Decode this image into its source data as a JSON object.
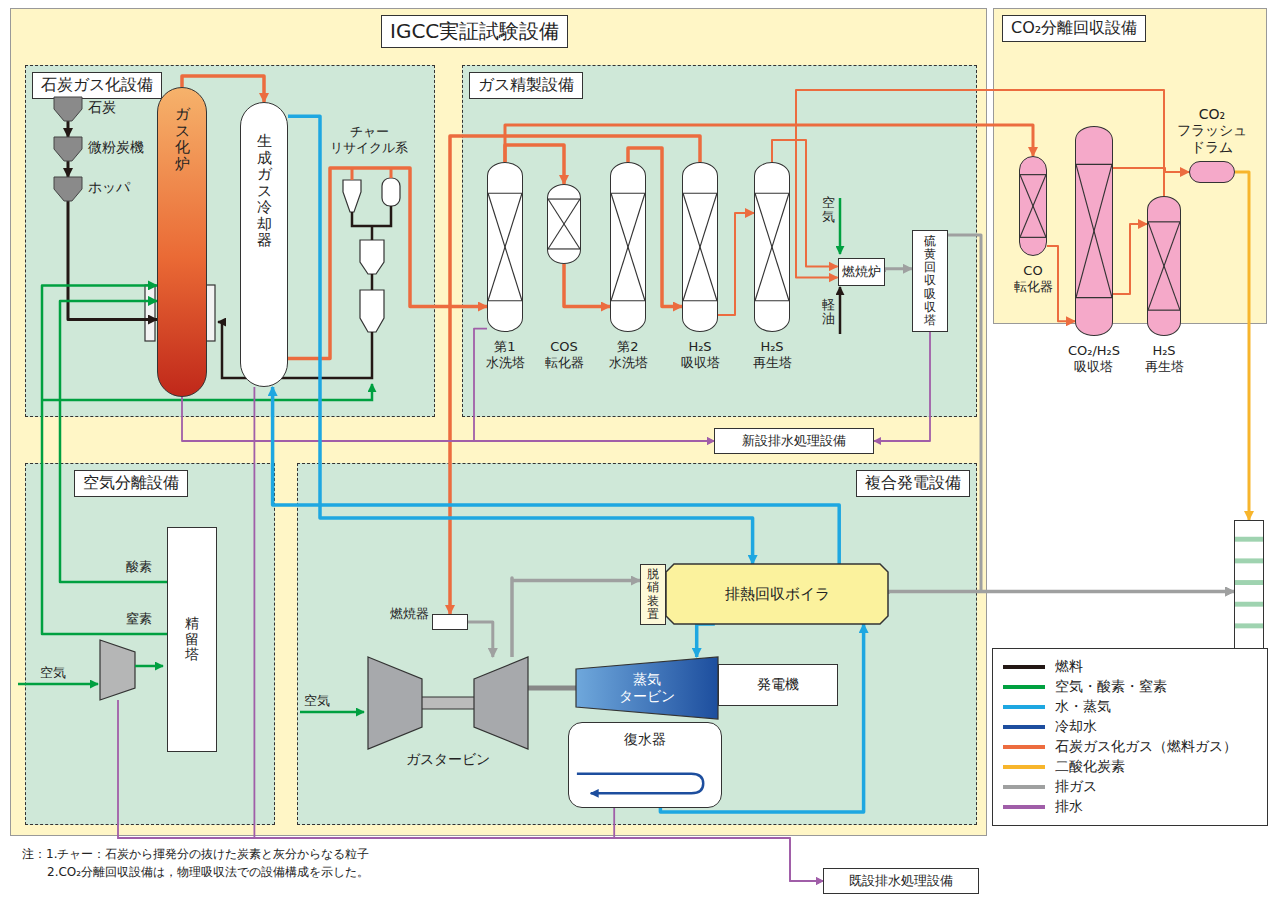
{
  "diagram": {
    "nodes": [
      {
        "text": [
          "IGCC実証試験設備"
        ]
      },
      {
        "text": [
          "石炭ガス化設備"
        ],
        "in": 0
      },
      {
        "text": [
          "石炭"
        ],
        "in": 1
      },
      {
        "text": [
          "微粉炭機"
        ],
        "in": 1
      },
      {
        "text": [
          "ホッパ"
        ],
        "in": 1
      },
      {
        "text": [
          "ガス化炉"
        ],
        "in": 1
      },
      {
        "text": [
          "生成ガス冷却器"
        ],
        "in": 1
      },
      {
        "text": [
          "ガス精製設備"
        ],
        "in": 0
      },
      {
        "text": [
          "第1 水洗塔"
        ],
        "in": 7
      },
      {
        "text": [
          "COS 転化器"
        ],
        "in": 7
      },
      {
        "text": [
          "第2 水洗塔"
        ],
        "in": 7
      },
      {
        "text": [
          "H₂S 吸収塔"
        ],
        "in": 7
      },
      {
        "text": [
          "H₂S 再生塔"
        ],
        "in": 7
      },
      {
        "text": [
          "燃焼炉"
        ],
        "in": 7
      },
      {
        "text": [
          "硫黄回収吸収塔"
        ],
        "in": 7
      },
      {
        "text": [
          "新設排水処理設備"
        ],
        "in": 0
      },
      {
        "text": [
          "空気分離設備"
        ],
        "in": 0
      },
      {
        "text": [
          "精留塔"
        ],
        "in": 16
      },
      {
        "text": [
          "複合発電設備"
        ],
        "in": 0
      },
      {
        "text": [
          "燃焼器"
        ],
        "in": 18
      },
      {
        "text": [
          "ガスタービン"
        ],
        "in": 18
      },
      {
        "text": [
          "脱硝装置"
        ],
        "in": 18
      },
      {
        "text": [
          "排熱回収ボイラ"
        ],
        "in": 18
      },
      {
        "text": [
          "蒸気 タービン"
        ],
        "in": 18
      },
      {
        "text": [
          "発電機"
        ],
        "in": 18
      },
      {
        "text": [
          "復水器"
        ],
        "in": 18
      },
      {
        "text": [
          "CO₂分離回収設備"
        ]
      },
      {
        "text": [
          "CO₂ フラッシュ ドラム"
        ],
        "in": 26
      },
      {
        "text": [
          "CO 転化器"
        ],
        "in": 26
      },
      {
        "text": [
          "CO₂/H₂S 吸収塔"
        ],
        "in": 26
      },
      {
        "text": [
          "H₂S 再生塔"
        ],
        "in": 26
      },
      {
        "text": [
          "煙突"
        ]
      },
      {
        "text": [
          "既設排水処理設備"
        ]
      }
    ],
    "edges": [
      {
        "from": 2,
        "to": 3,
        "arrow": "to"
      },
      {
        "from": 3,
        "to": 4,
        "arrow": "to"
      },
      {
        "from": 4,
        "to": 5,
        "arrow": "to"
      },
      {
        "from": 5,
        "to": 6,
        "arrow": "to"
      },
      {
        "from": 6,
        "to": 8,
        "arrow": "to"
      },
      {
        "from": 8,
        "to": 28,
        "arrow": "to"
      },
      {
        "from": 8,
        "to": 9,
        "arrow": "to"
      },
      {
        "from": 9,
        "to": 10,
        "arrow": "to"
      },
      {
        "from": 10,
        "to": 11,
        "arrow": "to"
      },
      {
        "from": 11,
        "to": 12,
        "arrow": "to"
      },
      {
        "from": 12,
        "to": 13,
        "arrow": "to"
      },
      {
        "from": 11,
        "to": 19,
        "arrow": "to"
      },
      {
        "from": 17,
        "to": 5,
        "arrow": "to"
      },
      {
        "from": 17,
        "to": 5,
        "arrow": "to"
      },
      {
        "from": 19,
        "to": 20,
        "arrow": "to"
      },
      {
        "from": 20,
        "to": 21,
        "arrow": "to"
      },
      {
        "from": 22,
        "to": 31,
        "arrow": "to"
      },
      {
        "from": 14,
        "to": 31,
        "arrow": "to"
      },
      {
        "from": 13,
        "to": 14,
        "arrow": "to"
      },
      {
        "from": 27,
        "to": 31,
        "arrow": "to"
      },
      {
        "from": 28,
        "to": 29,
        "arrow": "to"
      },
      {
        "from": 29,
        "to": 27,
        "arrow": "to"
      },
      {
        "from": 29,
        "to": 30,
        "arrow": "to"
      },
      {
        "from": 30,
        "to": 13,
        "arrow": "to"
      },
      {
        "from": 5,
        "to": 15,
        "arrow": "to"
      },
      {
        "from": 8,
        "to": 15,
        "arrow": "to"
      },
      {
        "from": 14,
        "to": 15,
        "arrow": "to"
      },
      {
        "from": 25,
        "to": 32,
        "arrow": "to"
      },
      {
        "from": 6,
        "to": 32,
        "arrow": "to"
      },
      {
        "from": 6,
        "to": 22,
        "arrow": "to"
      },
      {
        "from": 22,
        "to": 6,
        "arrow": "to"
      },
      {
        "from": 22,
        "to": 23,
        "arrow": "to"
      },
      {
        "from": 25,
        "to": 22,
        "arrow": "to"
      },
      {
        "from": 20,
        "to": 23,
        "arrow": "none"
      },
      {
        "from": 23,
        "to": 24,
        "arrow": "none"
      }
    ],
    "labels": [
      "チャー リサイクル系",
      "空気",
      "軽油",
      "酸素",
      "窒素",
      "空気",
      "空気",
      "注：1.チャー：石炭から揮発分の抜けた炭素と灰分からなる粒子",
      "2.CO₂分離回収設備は，物理吸収法での設備構成を示した。"
    ],
    "legend": [
      {
        "text": "燃料",
        "color": "#231815"
      },
      {
        "text": "空気・酸素・窒素",
        "color": "#00a040"
      },
      {
        "text": "水・蒸気",
        "color": "#1ea7e1"
      },
      {
        "text": "冷却水",
        "color": "#1d4e9e"
      },
      {
        "text": "石炭ガス化ガス（燃料ガス）",
        "color": "#ec6c3f"
      },
      {
        "text": "二酸化炭素",
        "color": "#f7b52c"
      },
      {
        "text": "排ガス",
        "color": "#9fa0a0"
      },
      {
        "text": "排水",
        "color": "#a05ea8"
      }
    ]
  }
}
